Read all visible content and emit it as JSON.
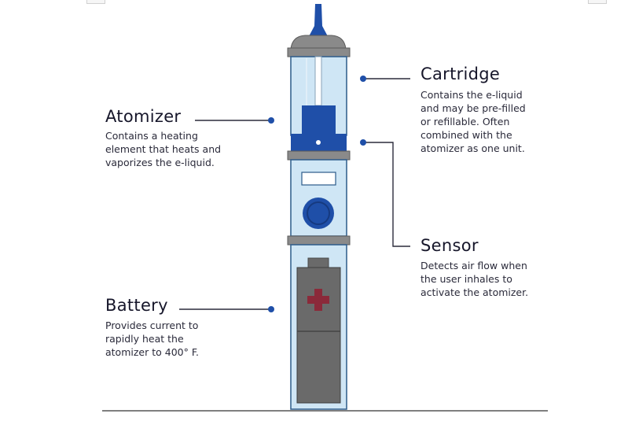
{
  "diagram": {
    "subject": "e-cigarette anatomy",
    "colors": {
      "body_fill": "#cfe6f5",
      "outline": "#2c5b8a",
      "accent_blue": "#1f4fa8",
      "dark_gray": "#5a5a5a",
      "mid_gray": "#8a8a8a",
      "battery_plus": "#8b2a3a",
      "leader_dot": "#1f4fa8"
    },
    "labels": {
      "cartridge": {
        "title": "Cartridge",
        "description": "Contains the e-liquid\nand may be pre-filled\nor refillable. Often\ncombined with the\natomizer as one unit."
      },
      "atomizer": {
        "title": "Atomizer",
        "description": "Contains a heating\nelement that heats and\nvaporizes the e-liquid."
      },
      "sensor": {
        "title": "Sensor",
        "description": "Detects air flow when\nthe user inhales to\nactivate the atomizer."
      },
      "battery": {
        "title": "Battery",
        "description": "Provides current to\nrapidly heat the\natomizer to 400° F."
      }
    }
  }
}
